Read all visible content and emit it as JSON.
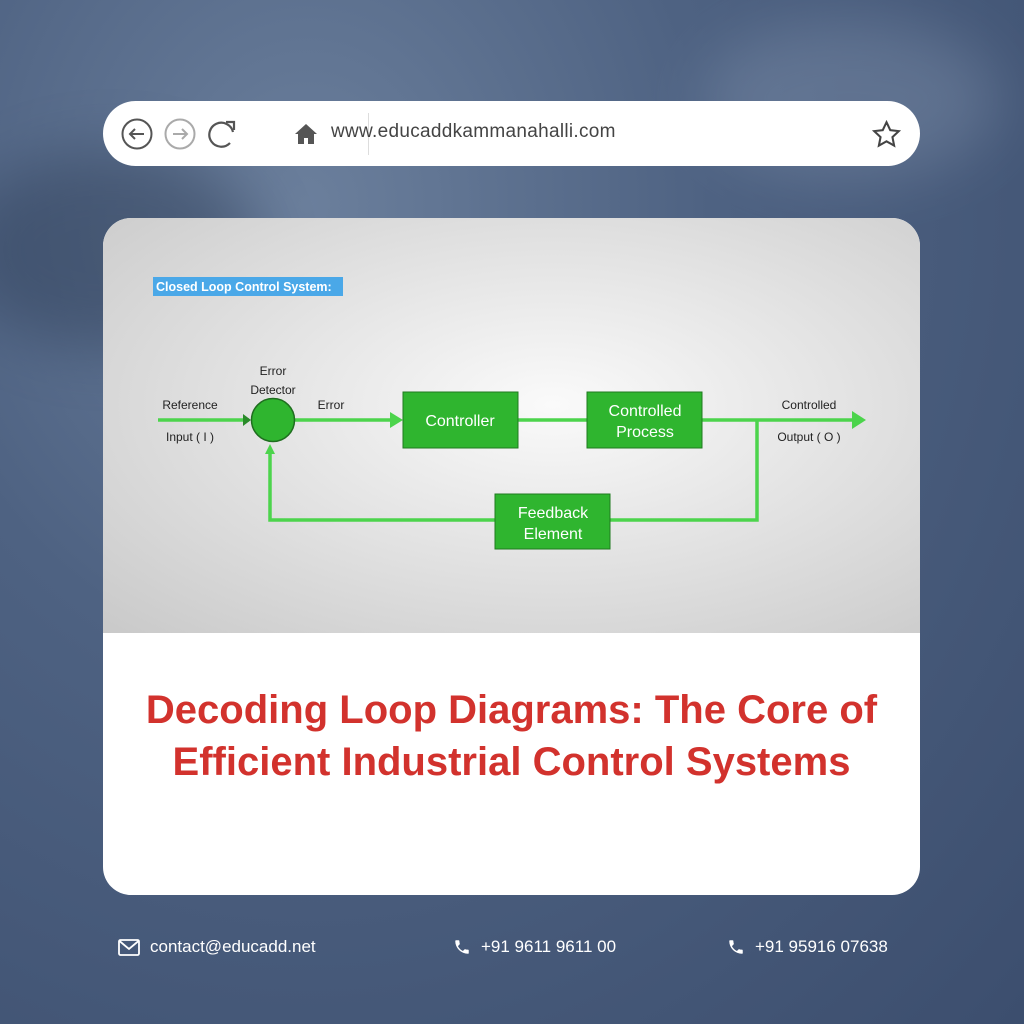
{
  "browser": {
    "url": "www.educaddkammanahalli.com",
    "icons": [
      "back-arrow-icon",
      "forward-arrow-icon",
      "reload-icon",
      "home-icon",
      "star-icon"
    ]
  },
  "diagram": {
    "heading": "Closed Loop Control System:",
    "labels": {
      "error_top": "Error",
      "detector": "Detector",
      "reference": "Reference",
      "input": "Input ( I )",
      "error": "Error",
      "controlled": "Controlled",
      "output": "Output ( O )"
    },
    "blocks": {
      "controller": "Controller",
      "process_1": "Controlled",
      "process_2": "Process",
      "feedback_1": "Feedback",
      "feedback_2": "Element"
    },
    "colors": {
      "line": "#4cd44c",
      "block": "#2fb52f",
      "highlight": "#4aa8e8"
    }
  },
  "article": {
    "title": "Decoding Loop Diagrams: The Core of Efficient Industrial Control Systems"
  },
  "footer": {
    "email": "contact@educadd.net",
    "phone1": "+91 9611 9611 00",
    "phone2": "+91 95916 07638"
  },
  "colors": {
    "title": "#d2322d"
  }
}
